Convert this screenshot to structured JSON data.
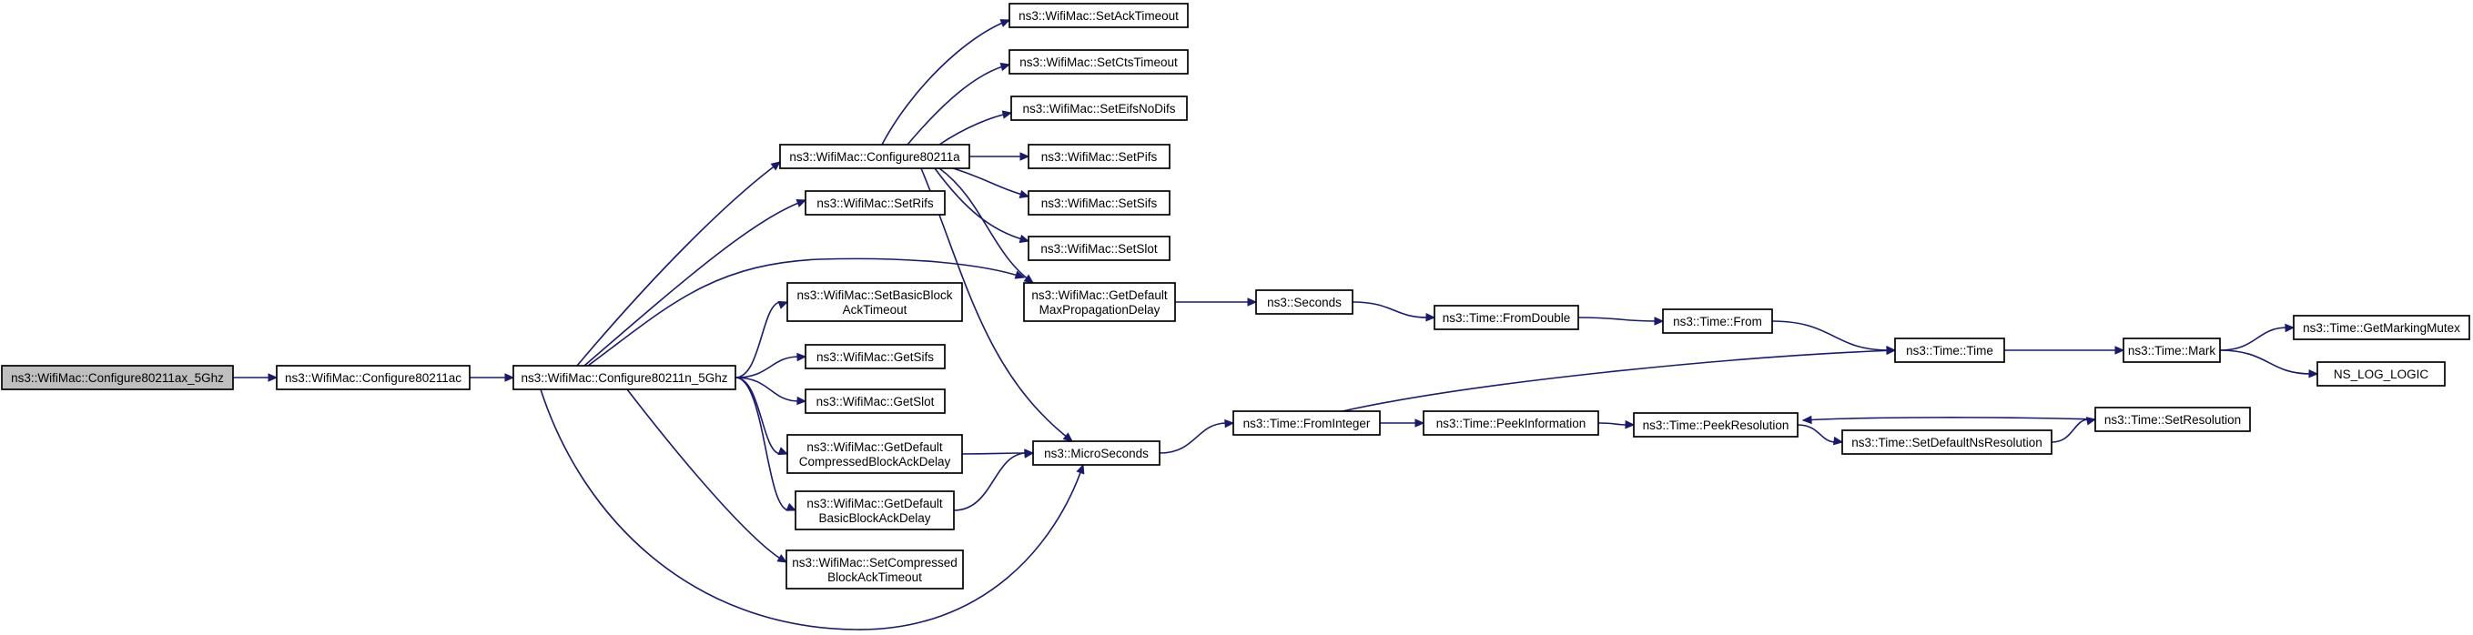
{
  "colors": {
    "edge": "#191970",
    "root_fill": "#bfbfbf",
    "node_fill": "#ffffff",
    "node_border": "#000000"
  },
  "nodes": [
    {
      "id": "root",
      "lines": [
        "ns3::WifiMac::Configure80211ax_5Ghz"
      ],
      "root": true
    },
    {
      "id": "ac",
      "lines": [
        "ns3::WifiMac::Configure80211ac"
      ]
    },
    {
      "id": "n5",
      "lines": [
        "ns3::WifiMac::Configure80211n_5Ghz"
      ]
    },
    {
      "id": "a",
      "lines": [
        "ns3::WifiMac::Configure80211a"
      ]
    },
    {
      "id": "setRifs",
      "lines": [
        "ns3::WifiMac::SetRifs"
      ]
    },
    {
      "id": "setBasicBlockAckTimeout",
      "lines": [
        "ns3::WifiMac::SetBasicBlock",
        "AckTimeout"
      ]
    },
    {
      "id": "getSifs",
      "lines": [
        "ns3::WifiMac::GetSifs"
      ]
    },
    {
      "id": "getSlot",
      "lines": [
        "ns3::WifiMac::GetSlot"
      ]
    },
    {
      "id": "getDefaultCompressed",
      "lines": [
        "ns3::WifiMac::GetDefault",
        "CompressedBlockAckDelay"
      ]
    },
    {
      "id": "getDefaultBasic",
      "lines": [
        "ns3::WifiMac::GetDefault",
        "BasicBlockAckDelay"
      ]
    },
    {
      "id": "setCompressedTimeout",
      "lines": [
        "ns3::WifiMac::SetCompressed",
        "BlockAckTimeout"
      ]
    },
    {
      "id": "setAckTimeout",
      "lines": [
        "ns3::WifiMac::SetAckTimeout"
      ]
    },
    {
      "id": "setCtsTimeout",
      "lines": [
        "ns3::WifiMac::SetCtsTimeout"
      ]
    },
    {
      "id": "setEifsNoDifs",
      "lines": [
        "ns3::WifiMac::SetEifsNoDifs"
      ]
    },
    {
      "id": "setPifs",
      "lines": [
        "ns3::WifiMac::SetPifs"
      ]
    },
    {
      "id": "setSifs",
      "lines": [
        "ns3::WifiMac::SetSifs"
      ]
    },
    {
      "id": "setSlot",
      "lines": [
        "ns3::WifiMac::SetSlot"
      ]
    },
    {
      "id": "getDefaultMaxProp",
      "lines": [
        "ns3::WifiMac::GetDefault",
        "MaxPropagationDelay"
      ]
    },
    {
      "id": "microSeconds",
      "lines": [
        "ns3::MicroSeconds"
      ]
    },
    {
      "id": "seconds",
      "lines": [
        "ns3::Seconds"
      ]
    },
    {
      "id": "fromDouble",
      "lines": [
        "ns3::Time::FromDouble"
      ]
    },
    {
      "id": "timeFrom",
      "lines": [
        "ns3::Time::From"
      ]
    },
    {
      "id": "timeTime",
      "lines": [
        "ns3::Time::Time"
      ]
    },
    {
      "id": "timeMark",
      "lines": [
        "ns3::Time::Mark"
      ]
    },
    {
      "id": "getMarkingMutex",
      "lines": [
        "ns3::Time::GetMarkingMutex"
      ]
    },
    {
      "id": "nsLogLogic",
      "lines": [
        "NS_LOG_LOGIC"
      ]
    },
    {
      "id": "fromInteger",
      "lines": [
        "ns3::Time::FromInteger"
      ]
    },
    {
      "id": "peekInformation",
      "lines": [
        "ns3::Time::PeekInformation"
      ]
    },
    {
      "id": "peekResolution",
      "lines": [
        "ns3::Time::PeekResolution"
      ]
    },
    {
      "id": "setDefaultNsResolution",
      "lines": [
        "ns3::Time::SetDefaultNsResolution"
      ]
    },
    {
      "id": "setResolution",
      "lines": [
        "ns3::Time::SetResolution"
      ]
    }
  ],
  "edges": [
    [
      "root",
      "ac"
    ],
    [
      "ac",
      "n5"
    ],
    [
      "n5",
      "a"
    ],
    [
      "n5",
      "setRifs"
    ],
    [
      "n5",
      "getDefaultMaxProp"
    ],
    [
      "n5",
      "setBasicBlockAckTimeout"
    ],
    [
      "n5",
      "getSifs"
    ],
    [
      "n5",
      "getSlot"
    ],
    [
      "n5",
      "getDefaultCompressed"
    ],
    [
      "n5",
      "getDefaultBasic"
    ],
    [
      "n5",
      "setCompressedTimeout"
    ],
    [
      "n5",
      "microSeconds"
    ],
    [
      "a",
      "setAckTimeout"
    ],
    [
      "a",
      "setCtsTimeout"
    ],
    [
      "a",
      "setEifsNoDifs"
    ],
    [
      "a",
      "setPifs"
    ],
    [
      "a",
      "setSifs"
    ],
    [
      "a",
      "setSlot"
    ],
    [
      "a",
      "getDefaultMaxProp"
    ],
    [
      "a",
      "microSeconds"
    ],
    [
      "getDefaultMaxProp",
      "seconds"
    ],
    [
      "seconds",
      "fromDouble"
    ],
    [
      "fromDouble",
      "timeFrom"
    ],
    [
      "timeFrom",
      "timeTime"
    ],
    [
      "timeTime",
      "timeMark"
    ],
    [
      "timeMark",
      "getMarkingMutex"
    ],
    [
      "timeMark",
      "nsLogLogic"
    ],
    [
      "getDefaultCompressed",
      "microSeconds"
    ],
    [
      "getDefaultBasic",
      "microSeconds"
    ],
    [
      "microSeconds",
      "fromInteger"
    ],
    [
      "fromInteger",
      "timeTime"
    ],
    [
      "fromInteger",
      "peekInformation"
    ],
    [
      "peekInformation",
      "peekResolution"
    ],
    [
      "peekResolution",
      "setDefaultNsResolution"
    ],
    [
      "setDefaultNsResolution",
      "setResolution"
    ],
    [
      "setResolution",
      "peekResolution"
    ]
  ]
}
